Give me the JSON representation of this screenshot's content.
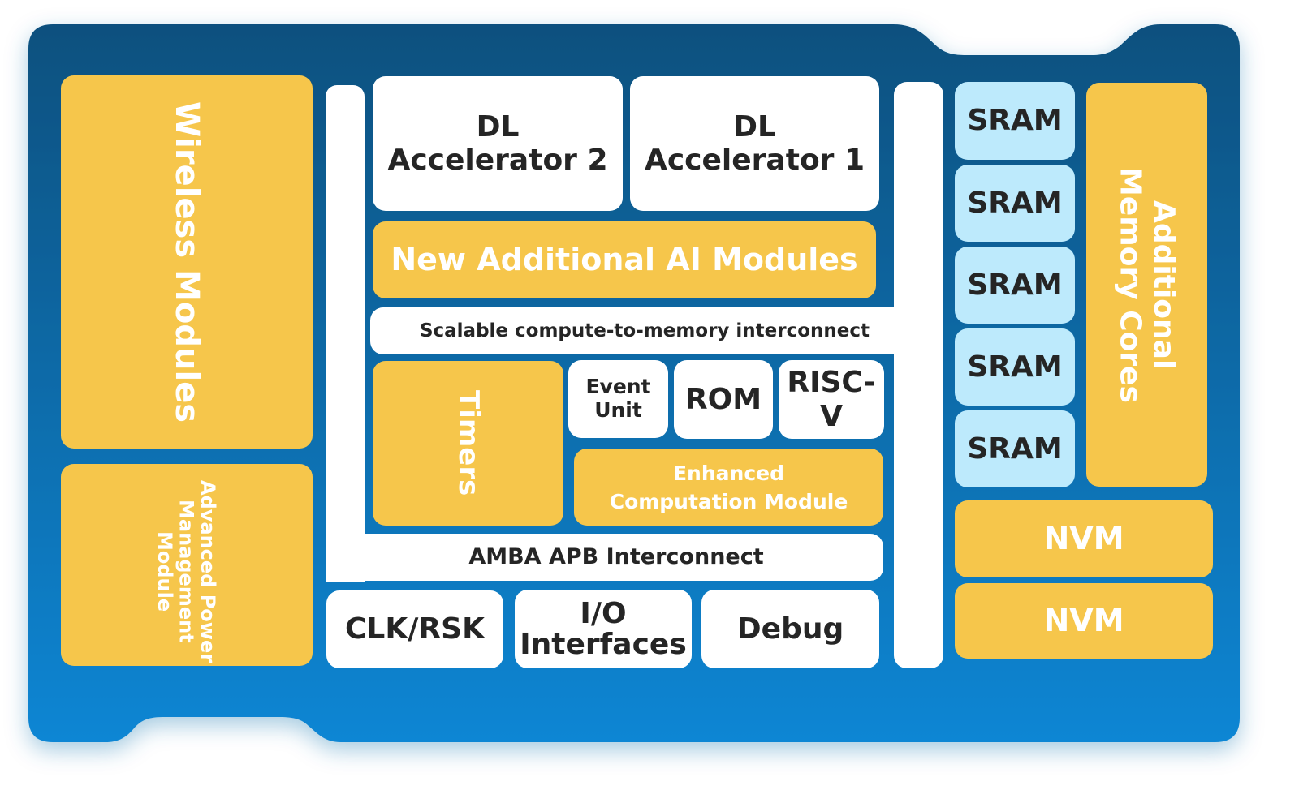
{
  "diagram": {
    "colors": {
      "panel_top": "#09507e",
      "panel_bottom": "#0b86d4",
      "module_yellow": "#f6c64b",
      "module_white": "#ffffff",
      "sram_blue": "#bdeafc",
      "text_dark": "#252525",
      "text_light": "#ffffff"
    },
    "left": {
      "wireless": "Wireless Modules",
      "power_line1": "Advanced Power",
      "power_line2": "Management",
      "power_line3": "Module"
    },
    "center": {
      "dl2_line1": "DL",
      "dl2_line2": "Accelerator 2",
      "dl1_line1": "DL",
      "dl1_line2": "Accelerator 1",
      "ai_modules": "New Additional AI Modules",
      "scalable_interconnect": "Scalable compute-to-memory interconnect",
      "timers": "Timers",
      "event_unit_line1": "Event",
      "event_unit_line2": "Unit",
      "rom": "ROM",
      "riscv": "RISC-V",
      "ecm_line1": "Enhanced",
      "ecm_line2": "Computation Module",
      "amba": "AMBA APB Interconnect",
      "clk": "CLK/RSK",
      "io_line1": "I/O",
      "io_line2": "Interfaces",
      "debug": "Debug"
    },
    "right": {
      "sram": [
        "SRAM",
        "SRAM",
        "SRAM",
        "SRAM",
        "SRAM"
      ],
      "memory_cores_line1": "Additional",
      "memory_cores_line2": "Memory Cores",
      "nvm": [
        "NVM",
        "NVM"
      ]
    }
  }
}
